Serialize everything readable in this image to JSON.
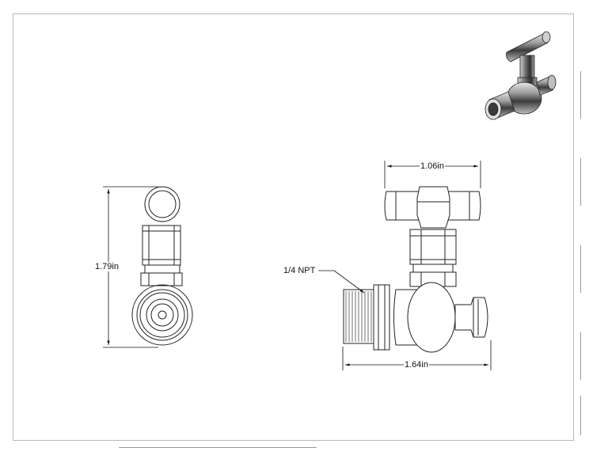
{
  "dimensions": {
    "width_top": "1.06in",
    "height_side": "1.79in",
    "length_bottom": "1.64in",
    "thread_callout": "1/4 NPT"
  },
  "colors": {
    "line": "#222222",
    "border": "#b8b8b8",
    "shade_dark": "#3a3a3a",
    "shade_light": "#d8d8d8"
  },
  "icons": {
    "iso_preview": "valve-isometric-icon"
  }
}
